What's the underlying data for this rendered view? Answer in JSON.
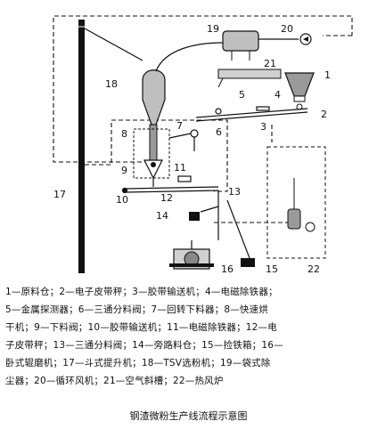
{
  "diagram": {
    "labels": [
      {
        "id": "n1",
        "text": "1"
      },
      {
        "id": "n2",
        "text": "2"
      },
      {
        "id": "n3",
        "text": "3"
      },
      {
        "id": "n4",
        "text": "4"
      },
      {
        "id": "n5",
        "text": "5"
      },
      {
        "id": "n6",
        "text": "6"
      },
      {
        "id": "n7",
        "text": "7"
      },
      {
        "id": "n8",
        "text": "8"
      },
      {
        "id": "n9",
        "text": "9"
      },
      {
        "id": "n10",
        "text": "10"
      },
      {
        "id": "n11",
        "text": "11"
      },
      {
        "id": "n12",
        "text": "12"
      },
      {
        "id": "n13",
        "text": "13"
      },
      {
        "id": "n14",
        "text": "14"
      },
      {
        "id": "n15",
        "text": "15"
      },
      {
        "id": "n16",
        "text": "16"
      },
      {
        "id": "n17",
        "text": "17"
      },
      {
        "id": "n18",
        "text": "18"
      },
      {
        "id": "n19",
        "text": "19"
      },
      {
        "id": "n20",
        "text": "20"
      },
      {
        "id": "n21",
        "text": "21"
      },
      {
        "id": "n22",
        "text": "22"
      }
    ]
  },
  "legend": {
    "line1": "1—原料仓；2—电子皮带秤；3—胶带输送机；4—电磁除铁器；",
    "line2": "5—金属探测器；6—三通分料阀；7—回转下料器；8—快速烘",
    "line3": "干机；9—下料阀；10—胶带输送机；11—电磁除铁器；12—电",
    "line4": "子皮带秤；13—三通分料阀；14—旁路料仓；15—捡铁箱；16—",
    "line5": "卧式辊磨机；17—斗式提升机；18—TSV选粉机；19—袋式除",
    "line6": "尘器；20—循环风机；21—空气斜槽；22—热风炉"
  },
  "caption": "钢渣微粉生产线流程示意图"
}
